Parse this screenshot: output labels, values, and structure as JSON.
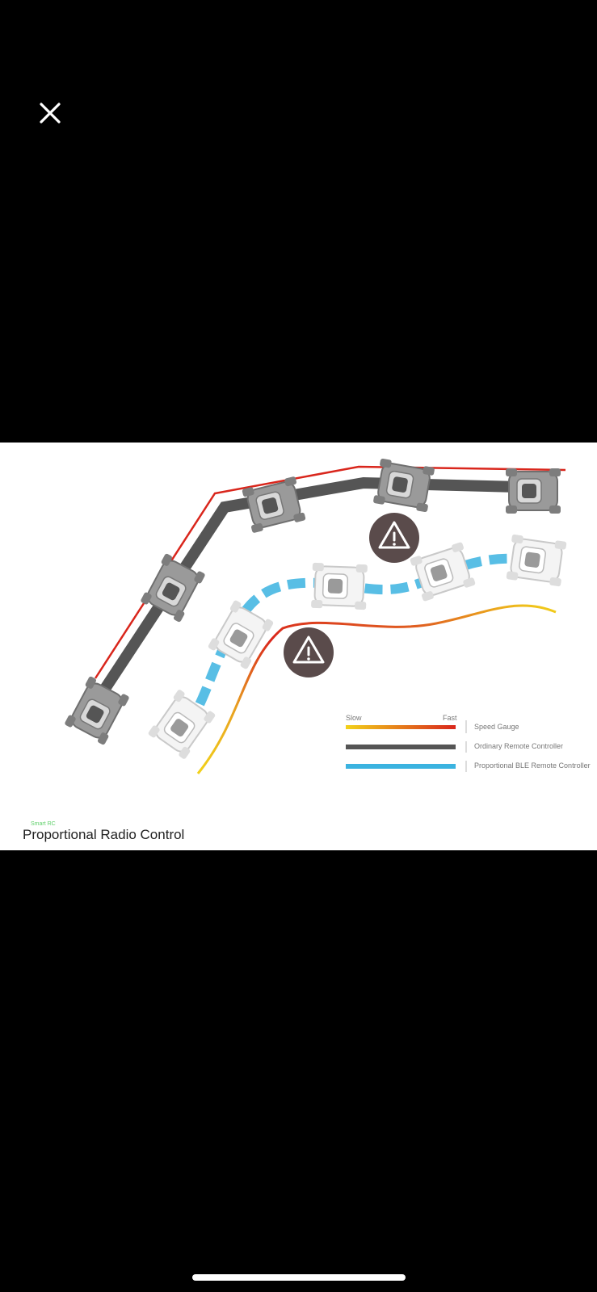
{
  "viewer": {
    "close_icon": "close-icon",
    "close_label": "Close"
  },
  "figure": {
    "brand_small": "Smart RC",
    "title": "Proportional Radio Control",
    "legend": {
      "slow": "Slow",
      "fast": "Fast",
      "speed_gauge": "Speed Gauge",
      "ordinary": "Ordinary Remote Controller",
      "proportional": "Proportional BLE Remote Controller"
    },
    "colors": {
      "ordinary_path": "#555555",
      "proportional_path": "#3bb3e0",
      "speed_slow": "#f2d21a",
      "speed_fast": "#d9261c",
      "warning": "#5a4b4b"
    }
  }
}
